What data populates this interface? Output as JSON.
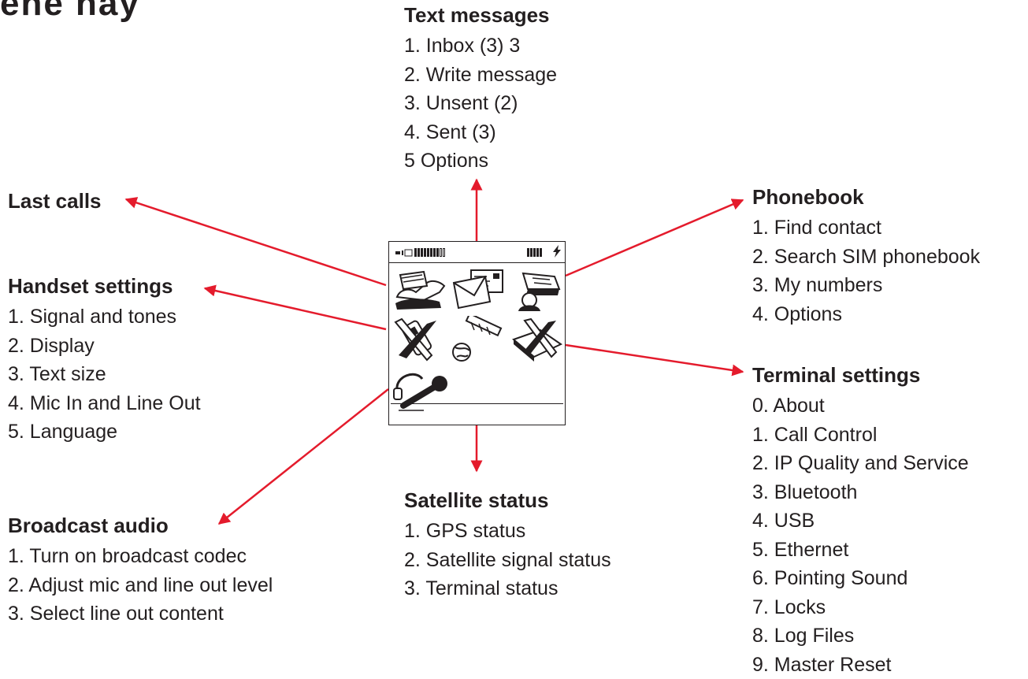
{
  "cut_title": "ehe   nay",
  "colors": {
    "arrow": "#e41b2c",
    "text": "#231f20"
  },
  "text_messages": {
    "heading": "Text messages",
    "items": [
      "1. Inbox (3) 3",
      "2. Write message",
      "3. Unsent (2)",
      "4. Sent (3)",
      "5 Options"
    ]
  },
  "last_calls": {
    "heading": "Last calls"
  },
  "phonebook": {
    "heading": "Phonebook",
    "items": [
      "1. Find contact",
      "2. Search SIM phonebook",
      "3. My numbers",
      "4. Options"
    ]
  },
  "handset_settings": {
    "heading": "Handset settings",
    "items": [
      "1. Signal and tones",
      "2. Display",
      "3. Text size",
      "4. Mic In and Line Out",
      "5. Language"
    ]
  },
  "terminal_settings": {
    "heading": "Terminal settings",
    "items": [
      "0. About",
      "1. Call Control",
      "2. IP Quality and Service",
      "3. Bluetooth",
      "4. USB",
      "5. Ethernet",
      "6. Pointing Sound",
      "7. Locks",
      "8. Log Files",
      "9. Master Reset"
    ]
  },
  "satellite_status": {
    "heading": "Satellite status",
    "items": [
      "1. GPS status",
      "2. Satellite signal status",
      "3. Terminal status"
    ]
  },
  "broadcast_audio": {
    "heading": "Broadcast audio",
    "items": [
      "1. Turn on broadcast codec",
      "2. Adjust mic and line out level",
      "3. Select line out content"
    ]
  },
  "screen": {
    "icons": [
      "last-calls-icon",
      "envelope-icon",
      "phonebook-icon",
      "handset-settings-icon",
      "satellite-icon",
      "terminal-settings-icon",
      "headset-icon"
    ]
  }
}
